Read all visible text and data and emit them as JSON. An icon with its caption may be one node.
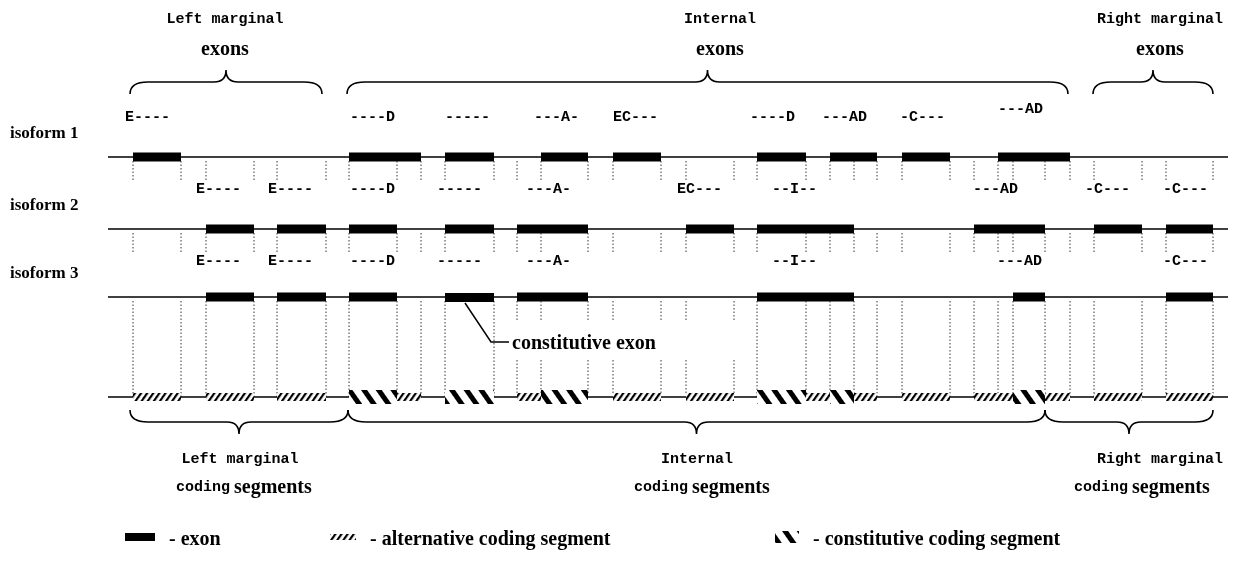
{
  "diagram": {
    "nodes": [
      {
        "text": [
          "constitutive exon"
        ]
      },
      {
        "text": [],
        "shape": "bar"
      }
    ],
    "edges": [
      {
        "from": 0,
        "to": 1,
        "arrow": "none"
      }
    ],
    "labels": [
      "Left marginal",
      "exons",
      "Internal",
      "exons",
      "Right marginal",
      "exons",
      "isoform 1",
      "E----",
      "----D",
      "-----",
      "---A-",
      "EC---",
      "----D",
      "---AD",
      "-C---",
      "---AD",
      "isoform 2",
      "E----",
      "E----",
      "----D",
      "-----",
      "---A-",
      "EC---",
      "--I--",
      "---AD",
      "-C---",
      "-C---",
      "isoform 3",
      "E----",
      "E----",
      "----D",
      "-----",
      "---A-",
      "--I--",
      "---AD",
      "-C---",
      "Left marginal",
      "coding",
      "segments",
      "Internal",
      "coding",
      "segments",
      "Right marginal",
      "coding",
      "segments"
    ],
    "legend": [
      {
        "text": "- exon"
      },
      {
        "text": "- alternative coding segment"
      },
      {
        "text": "- constitutive coding segment"
      }
    ]
  }
}
